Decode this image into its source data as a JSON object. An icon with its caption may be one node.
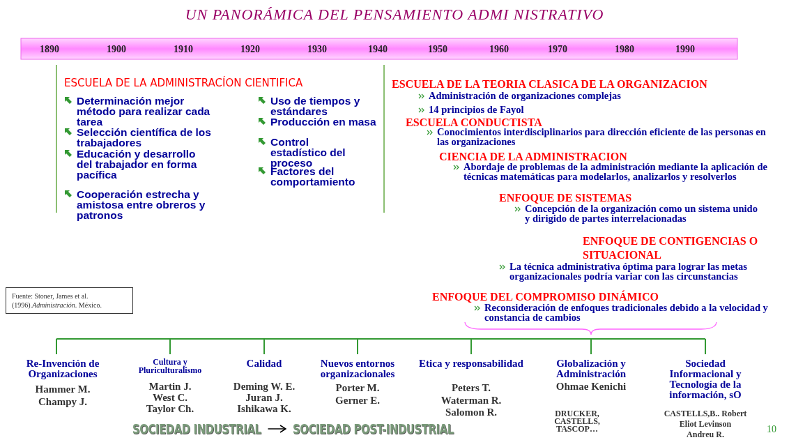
{
  "diagram": {
    "title": "UN PANORÁMICA DEL PENSAMIENTO ADMI NISTRATIVO",
    "nodes": [
      {
        "text": [
          "Fuente: Stoner, James et al. (1996).*Administración*. México."
        ]
      },
      {
        "text": [
          "SOCIEDAD INDUSTRIAL"
        ]
      },
      {
        "text": [
          "SOCIEDAD POST-INDUSTRIAL"
        ]
      }
    ],
    "edges": [
      {
        "from": 1,
        "to": 2,
        "arrow": "to"
      }
    ],
    "labels": [
      "1890",
      "1900",
      "1910",
      "1920",
      "1930",
      "1940",
      "1950",
      "1960",
      "1970",
      "1980",
      "1990",
      "ESCUELA DE LA ADMINISTRACÍON CIENTIFICA",
      "Determinación mejor método para realizar cada tarea",
      "Selección científica de los trabajadores",
      "Educación y desarrollo del trabajador en forma pacífica",
      "Cooperación estrecha y amistosa entre obreros y patronos",
      "Uso de tiempos y estándares",
      "Producción en masa",
      "Control estadístico del proceso",
      "Factores del comportamiento",
      "ESCUELA DE LA TEORIA CLASICA DE LA ORGANIZACION",
      "Administración de organizaciones complejas",
      "14 principios de Fayol",
      "ESCUELA CONDUCTISTA",
      "Conocimientos interdisciplinarios para dirección eficiente de las personas en las organizaciones",
      "CIENCIA DE LA ADMINISTRACION",
      "Abordaje de problemas de la administración mediante la aplicación de técnicas matemáticas para modelarlos, analizarlos y resolverlos",
      "ENFOQUE DE SISTEMAS",
      "Concepción de la organización como un sistema unido y dirigido de partes interrelacionadas",
      "ENFOQUE DE CONTIGENCIAS O SITUACIONAL",
      "La técnica administrativa óptima para lograr las metas organizacionales podría variar con las circunstancias",
      "ENFOQUE DEL COMPROMISO DINÁMICO",
      "Reconsideración de enfoques tradicionales debido a la velocidad y constancia de cambios",
      "Re-Invención de Organizaciones",
      "Hammer M.",
      "Champy J.",
      "Cultura y Pluriculturalismo",
      "Martin J.",
      "West C.",
      "Taylor Ch.",
      "Calidad",
      "Deming W. E.",
      "Juran J.",
      "Ishikawa K.",
      "Nuevos entornos organizacionales",
      "Porter M.",
      "Gerner E.",
      "Etica y responsabilidad",
      "Peters T.",
      "Waterman R.",
      "Salomon R.",
      "Globalización y Administración",
      "Ohmae Kenichi",
      "DRUCKER, CASTELLS, TASCOP…",
      "Sociedad Informacional y Tecnología de la información, sO",
      "CASTELLS,B.. Robert",
      "Eliot Levinson",
      "Andreu R.",
      "10"
    ]
  }
}
